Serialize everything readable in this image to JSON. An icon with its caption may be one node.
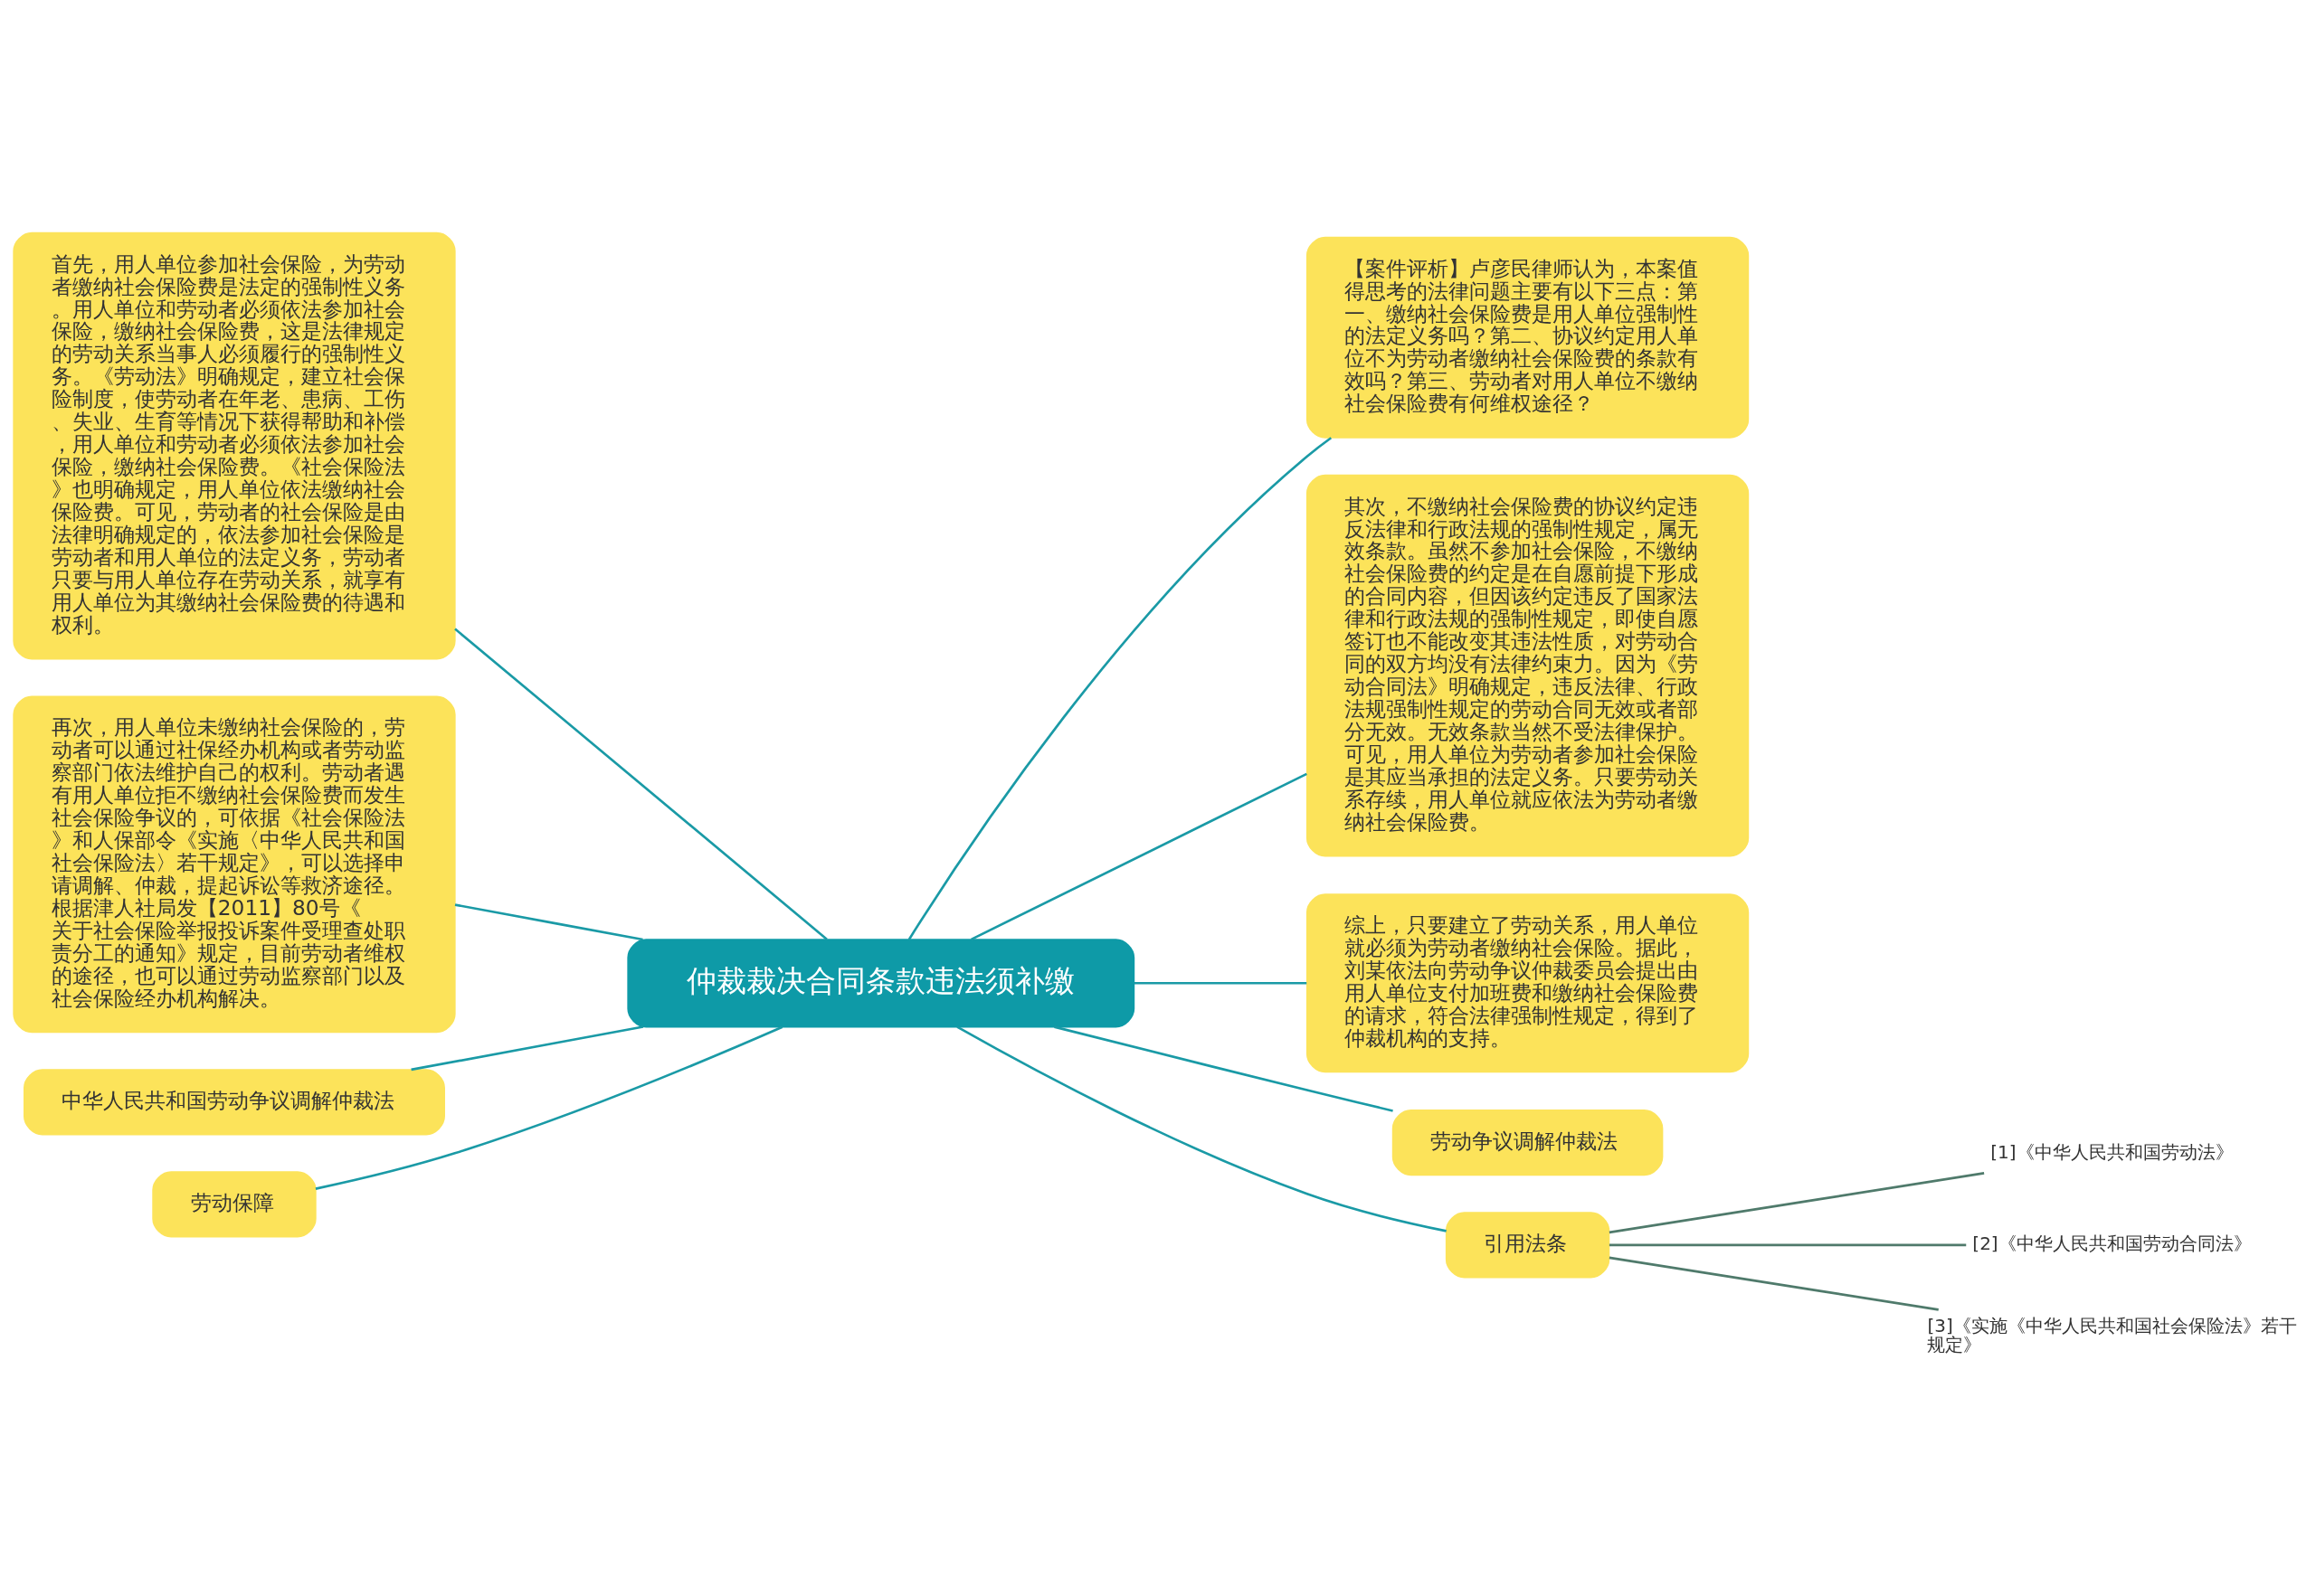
{
  "diagram": {
    "nodes": [
      {
        "text": [
          "仲裁裁决合同条款违法须补缴"
        ]
      },
      {
        "text": [
          "首先，用人单位参加社会保险，为劳动者缴纳社会保险费是法定的强制性义务。用人单位和劳动者必须依法参加社会保险，缴纳社会保险费，这是法律规定的劳动关系当事人必须履行的强制性义务。《劳动法》明确规定，建立社会保险制度，使劳动者在年老、患病、工伤、失业、生育等情况下获得帮助和补偿，用人单位和劳动者必须依法参加社会保险，缴纳社会保险费。《社会保险法》也明确规定，用人单位依法缴纳社会保险费。可见，劳动者的社会保险是由法律明确规定的，依法参加社会保险是劳动者和用人单位的法定义务，劳动者只要与用人单位存在劳动关系，就享有用人单位为其缴纳社会保险费的待遇和权利。"
        ]
      },
      {
        "text": [
          "再次，用人单位未缴纳社会保险的，劳动者可以通过社保经办机构或者劳动监察部门依法维护自己的权利。劳动者遇有用人单位拒不缴纳社会保险费而发生社会保险争议的，可依据《社会保险法》和人保部令《实施〈中华人民共和国社会保险法〉若干规定》，可以选择申请调解、仲裁，提起诉讼等救济途径。根据津人社局发【2011】80号《关于社会保险举报投诉案件受理查处职责分工的通知》规定，目前劳动者维权的途径，也可以通过劳动监察部门以及社会保险经办机构解决。"
        ]
      },
      {
        "text": [
          "中华人民共和国劳动争议调解仲裁法"
        ]
      },
      {
        "text": [
          "劳动保障"
        ]
      },
      {
        "text": [
          "【案件评析】卢彦民律师认为，本案值得思考的法律问题主要有以下三点：第一、缴纳社会保险费是用人单位强制性的法定义务吗？第二、协议约定用人单位不为劳动者缴纳社会保险费的条款有效吗？第三、劳动者对用人单位不缴纳社会保险费有何维权途径？"
        ]
      },
      {
        "text": [
          "其次，不缴纳社会保险费的协议约定违反法律和行政法规的强制性规定，属无效条款。虽然不参加社会保险，不缴纳社会保险费的约定是在自愿前提下形成的合同内容，但因该约定违反了国家法律和行政法规的强制性规定，即使自愿签订也不能改变其违法性质，对劳动合同的双方均没有法律约束力。因为《劳动合同法》明确规定，违反法律、行政法规强制性规定的劳动合同无效或者部分无效。无效条款当然不受法律保护。可见，用人单位为劳动者参加社会保险是其应当承担的法定义务。只要劳动关系存续，用人单位就应依法为劳动者缴纳社会保险费。"
        ]
      },
      {
        "text": [
          "综上，只要建立了劳动关系，用人单位就必须为劳动者缴纳社会保险。据此，刘某依法向劳动争议仲裁委员会提出由用人单位支付加班费和缴纳社会保险费的请求，符合法律强制性规定，得到了仲裁机构的支持。"
        ]
      },
      {
        "text": [
          "劳动争议调解仲裁法"
        ]
      },
      {
        "text": [
          "引用法条"
        ]
      },
      {
        "text": [
          "[1]《中华人民共和国劳动法》"
        ]
      },
      {
        "text": [
          "[2]《中华人民共和国劳动合同法》"
        ]
      },
      {
        "text": [
          "[3]《实施《中华人民共和国社会保险法》若干规定》"
        ]
      }
    ],
    "edges": [
      {
        "from": 0,
        "to": 1,
        "arrow": "none"
      },
      {
        "from": 0,
        "to": 2,
        "arrow": "none"
      },
      {
        "from": 0,
        "to": 3,
        "arrow": "none"
      },
      {
        "from": 0,
        "to": 4,
        "arrow": "none"
      },
      {
        "from": 0,
        "to": 5,
        "arrow": "none"
      },
      {
        "from": 0,
        "to": 6,
        "arrow": "none"
      },
      {
        "from": 0,
        "to": 7,
        "arrow": "none"
      },
      {
        "from": 0,
        "to": 8,
        "arrow": "none"
      },
      {
        "from": 0,
        "to": 9,
        "arrow": "none"
      },
      {
        "from": 9,
        "to": 10,
        "arrow": "none",
        "color": "#4f7a6b"
      },
      {
        "from": 9,
        "to": 11,
        "arrow": "none",
        "color": "#4f7a6b"
      },
      {
        "from": 9,
        "to": 12,
        "arrow": "none",
        "color": "#4f7a6b"
      }
    ]
  }
}
